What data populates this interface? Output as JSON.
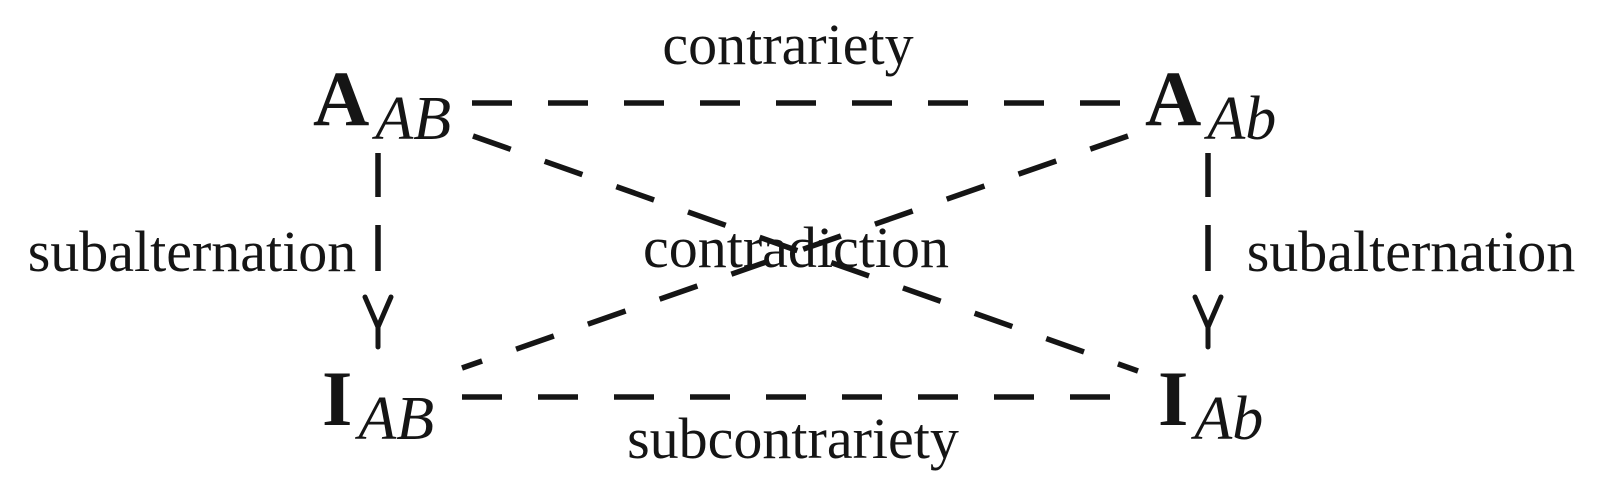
{
  "diagram": {
    "type": "square-of-opposition",
    "nodes": {
      "top_left": {
        "main": "A",
        "sub": "AB"
      },
      "top_right": {
        "main": "A",
        "sub": "Ab"
      },
      "bottom_left": {
        "main": "I",
        "sub": "AB"
      },
      "bottom_right": {
        "main": "I",
        "sub": "Ab"
      }
    },
    "relations": {
      "top": "contrariety",
      "diagonals": "contradiction",
      "bottom": "subcontrariety",
      "left": "subalternation",
      "right": "subalternation"
    }
  },
  "colors": {
    "ink": "#151515",
    "background": "#ffffff"
  }
}
